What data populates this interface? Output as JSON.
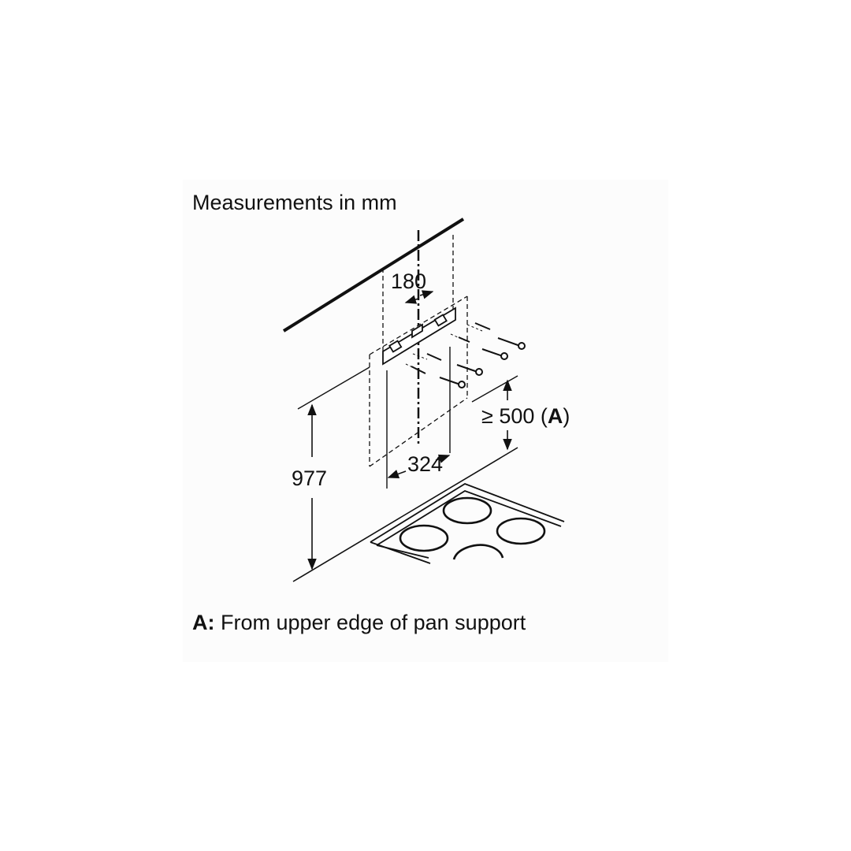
{
  "heading": "Measurements in mm",
  "dimensions": {
    "bracket_hole_spacing": "180",
    "outer_width": "324",
    "total_height": "977",
    "min_clearance_prefix": "≥ 500 (",
    "min_clearance_key": "A",
    "min_clearance_suffix": ")"
  },
  "footnote": {
    "key": "A:",
    "text": " From upper edge of pan support"
  },
  "colors": {
    "line": "#111111",
    "background": "#ffffff",
    "panel": "#fcfcfc"
  }
}
